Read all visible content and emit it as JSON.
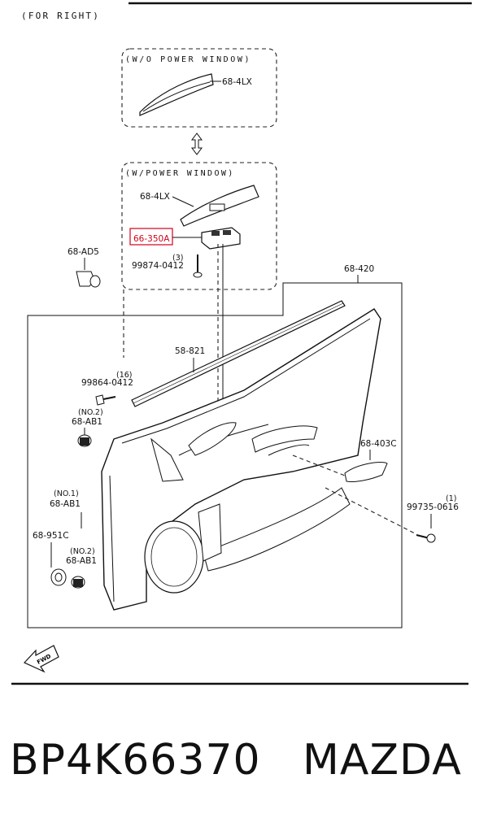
{
  "header": {
    "side_label": "(FOR RIGHT)"
  },
  "groups": {
    "without_power_window": {
      "label": "(W/O POWER WINDOW)",
      "part": "68-4LX"
    },
    "with_power_window": {
      "label": "(W/POWER WINDOW)",
      "part_bezel": "68-4LX",
      "part_switch": "66-350A",
      "screw": "99874-0412",
      "screw_qty": "(3)"
    }
  },
  "callouts": {
    "clip_ad5": "68-AD5",
    "panel": "68-420",
    "weatherstrip": "58-821",
    "bolt_qty": "(16)",
    "bolt": "99864-0412",
    "clip_no2_top_qty": "(NO.2)",
    "clip_no2_top": "68-AB1",
    "handle_cover": "68-403C",
    "clip_no1_qty": "(NO.1)",
    "clip_no1": "68-AB1",
    "screw_right_qty": "(1)",
    "screw_right": "99735-0616",
    "grommet": "68-951C",
    "clip_no2_bottom_qty": "(NO.2)",
    "clip_no2_bottom": "68-AB1"
  },
  "fwd_label": "FWD",
  "highlight_color": "#d0021b",
  "footer": {
    "part_number": "BP4K66370",
    "brand": "MAZDA"
  }
}
